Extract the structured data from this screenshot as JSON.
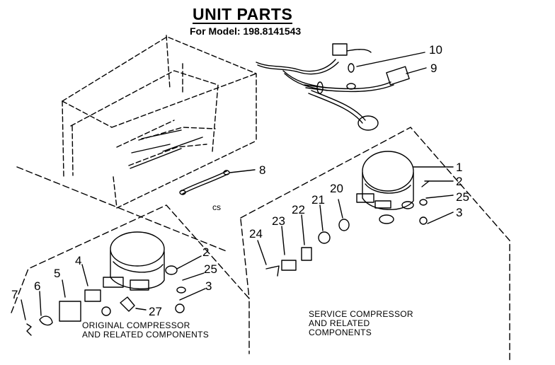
{
  "header": {
    "title": "UNIT PARTS",
    "subtitle": "For Model: 198.8141543"
  },
  "callouts": {
    "n10": "10",
    "n9": "9",
    "n8": "8",
    "n1": "1",
    "n2_service": "2",
    "n25_service": "25",
    "n3_service": "3",
    "n20": "20",
    "n21": "21",
    "n22": "22",
    "n23": "23",
    "n24": "24",
    "n2_original": "2",
    "n25_original": "25",
    "n3_original": "3",
    "n4": "4",
    "n5": "5",
    "n6": "6",
    "n7": "7",
    "n27": "27"
  },
  "marks": {
    "cs": "cs"
  },
  "captions": {
    "service": [
      "SERVICE COMPRESSOR",
      "AND RELATED",
      "COMPONENTS"
    ],
    "original": [
      "ORIGINAL COMPRESSOR",
      "AND RELATED COMPONENTS"
    ]
  }
}
